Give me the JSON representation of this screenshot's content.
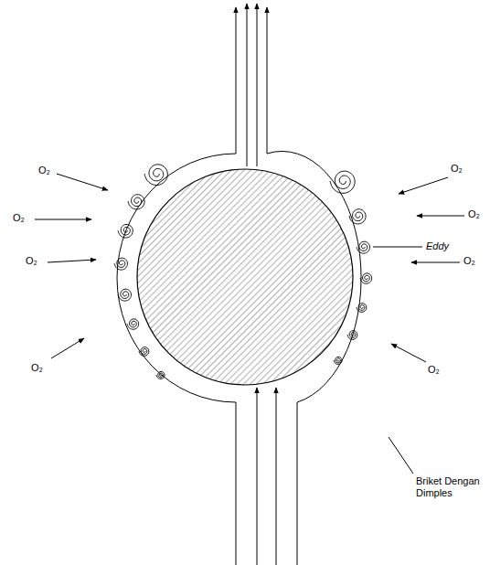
{
  "diagram": {
    "labels": [
      "O₂",
      "O₂",
      "O₂",
      "O₂",
      "O₂",
      "O₂",
      "O₂",
      "O₂",
      "Eddy",
      "Briket Dengan Dimples"
    ]
  }
}
